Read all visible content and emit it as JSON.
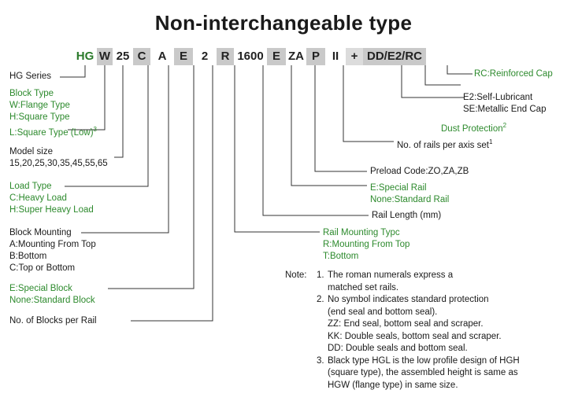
{
  "title": "Non-interchangeable type",
  "code": [
    "HG",
    "W",
    "25",
    "C",
    "A",
    "E",
    "2",
    "R",
    "1600",
    "E",
    "ZA",
    "P",
    "II",
    "+",
    "DD/E2/RC"
  ],
  "left_labels": {
    "series": "HG Series",
    "block_type": [
      "Block Type",
      "W:Flange Type",
      "H:Square Type",
      "L:Square Type (Low)"
    ],
    "block_type_sup": "3",
    "model_size": [
      "Model size",
      "15,20,25,30,35,45,55,65"
    ],
    "load_type": [
      "Load Type",
      "C:Heavy Load",
      "H:Super Heavy Load"
    ],
    "block_mounting": [
      "Block Mounting",
      "A:Mounting From Top",
      "B:Bottom",
      "C:Top or Bottom"
    ],
    "special_block": [
      "E:Special Block",
      "None:Standard Block"
    ],
    "blocks_per_rail": "No. of Blocks per Rail"
  },
  "right_labels": {
    "reinforced_cap": "RC:Reinforced Cap",
    "self_lubricant": [
      "E2:Self-Lubricant",
      "SE:Metallic End Cap"
    ],
    "dust_protection": "Dust Protection",
    "dust_protection_sup": "2",
    "rails_per_axis": "No. of rails per axis set",
    "rails_per_axis_sup": "1",
    "preload": "Preload Code:ZO,ZA,ZB",
    "special_rail": [
      "E:Special Rail",
      "None:Standard Rail"
    ],
    "rail_length": "Rail Length (mm)",
    "rail_mounting": [
      "Rail Mounting Typc",
      "R:Mounting From Top",
      "T:Bottom"
    ]
  },
  "notes": {
    "head": "Note:",
    "items": [
      {
        "num": "1.",
        "lines": [
          "The roman numerals express a",
          "matched set rails."
        ]
      },
      {
        "num": "2.",
        "lines": [
          "No symbol indicates standard protection",
          "(end seal and bottom seal).",
          "ZZ: End seal, bottom seal and scraper.",
          "KK: Double seals, bottom seal and scraper.",
          "DD: Double seals and bottom seal."
        ]
      },
      {
        "num": "3.",
        "lines": [
          "Black type HGL is the low profile design of HGH",
          "(square type), the assembled height is same as",
          "HGW (flange type) in same size."
        ]
      }
    ]
  },
  "colors": {
    "green": "#2d8a2d",
    "code_dark": "#c9c9c9",
    "code_light": "#dcdcdc",
    "text": "#1a1a1a"
  }
}
